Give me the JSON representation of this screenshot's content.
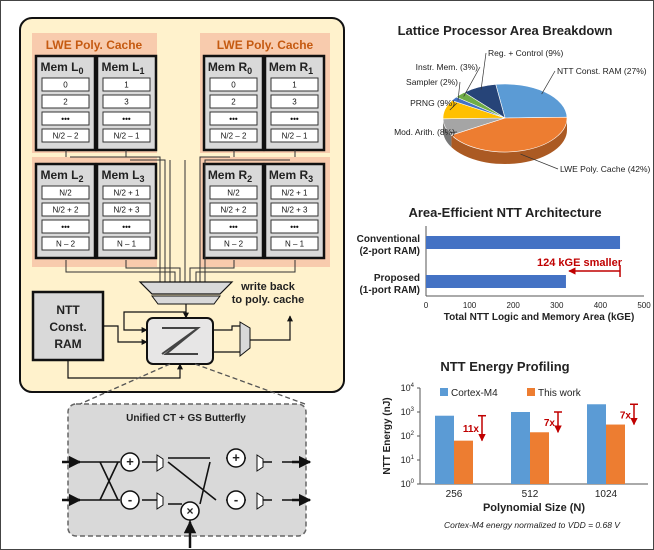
{
  "diagram": {
    "cache_left_title": "LWE Poly. Cache",
    "cache_right_title": "LWE Poly. Cache",
    "mem_banks": [
      {
        "name": "Mem L",
        "sub": "0",
        "rows": [
          "0",
          "2",
          "•••",
          "N/2 – 2"
        ]
      },
      {
        "name": "Mem L",
        "sub": "1",
        "rows": [
          "1",
          "3",
          "•••",
          "N/2 – 1"
        ]
      },
      {
        "name": "Mem R",
        "sub": "0",
        "rows": [
          "0",
          "2",
          "•••",
          "N/2 – 2"
        ]
      },
      {
        "name": "Mem R",
        "sub": "1",
        "rows": [
          "1",
          "3",
          "•••",
          "N/2 – 1"
        ]
      },
      {
        "name": "Mem L",
        "sub": "2",
        "rows": [
          "N/2",
          "N/2 + 2",
          "•••",
          "N – 2"
        ]
      },
      {
        "name": "Mem L",
        "sub": "3",
        "rows": [
          "N/2 + 1",
          "N/2 + 3",
          "•••",
          "N – 1"
        ]
      },
      {
        "name": "Mem R",
        "sub": "2",
        "rows": [
          "N/2",
          "N/2 + 2",
          "•••",
          "N – 2"
        ]
      },
      {
        "name": "Mem R",
        "sub": "3",
        "rows": [
          "N/2 + 1",
          "N/2 + 3",
          "•••",
          "N – 1"
        ]
      }
    ],
    "ntt_ram_lines": [
      "NTT",
      "Const.",
      "RAM"
    ],
    "write_back_lines": [
      "write back",
      "to poly. cache"
    ],
    "butterfly_title": "Unified CT + GS Butterfly",
    "op_plus": "+",
    "op_minus": "-",
    "op_times": "×"
  },
  "chart_data": [
    {
      "type": "pie",
      "title": "Lattice Processor Area Breakdown",
      "slices": [
        {
          "label": "NTT Const. RAM (27%)",
          "value": 27,
          "color": "#5b9bd5"
        },
        {
          "label": "LWE Poly. Cache (42%)",
          "value": 42,
          "color": "#ed7d31"
        },
        {
          "label": "Mod. Arith. (8%)",
          "value": 8,
          "color": "#a5a5a5"
        },
        {
          "label": "PRNG (9%)",
          "value": 9,
          "color": "#ffc000"
        },
        {
          "label": "Sampler (2%)",
          "value": 2,
          "color": "#4472c4"
        },
        {
          "label": "Instr. Mem. (3%)",
          "value": 3,
          "color": "#70ad47"
        },
        {
          "label": "Reg. + Control (9%)",
          "value": 9,
          "color": "#264478"
        }
      ]
    },
    {
      "type": "bar",
      "title": "Area-Efficient NTT Architecture",
      "categories": [
        "Conventional (2-port RAM)",
        "Proposed (1-port RAM)"
      ],
      "category_lines": [
        [
          "Conventional",
          "(2-port RAM)"
        ],
        [
          "Proposed",
          "(1-port RAM)"
        ]
      ],
      "values": [
        445,
        321
      ],
      "xlabel": "Total NTT Logic and Memory Area (kGE)",
      "xlim": [
        0,
        500
      ],
      "xticks": [
        "0",
        "100",
        "200",
        "300",
        "400",
        "500"
      ],
      "annotation": "124 kGE smaller",
      "color": "#4472c4"
    },
    {
      "type": "bar",
      "title": "NTT Energy Profiling",
      "categories": [
        "256",
        "512",
        "1024"
      ],
      "series": [
        {
          "name": "Cortex-M4",
          "values": [
            700,
            1000,
            2100
          ],
          "color": "#5b9bd5"
        },
        {
          "name": "This work",
          "values": [
            64,
            143,
            300
          ],
          "color": "#ed7d31"
        }
      ],
      "ratios": [
        "11x",
        "7x",
        "7x"
      ],
      "ylabel": "NTT Energy (nJ)",
      "xlabel": "Polynomial Size (N)",
      "ylog": true,
      "ylim": [
        1,
        10000
      ],
      "yticks": [
        "10",
        "10",
        "10",
        "10",
        "10"
      ],
      "ytick_exps": [
        "0",
        "1",
        "2",
        "3",
        "4"
      ],
      "footnote": "Cortex-M4 energy normalized to VDD = 0.68 V"
    }
  ]
}
